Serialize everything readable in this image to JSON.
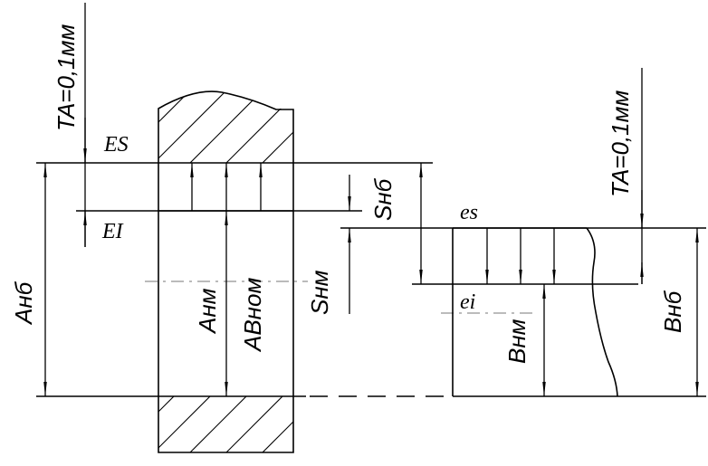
{
  "labels": {
    "ta_left": "TA=0,1мм",
    "ta_right": "TA=0,1мм",
    "es_upper": "ES",
    "ei_upper": "EI",
    "es_lower": "es",
    "ei_lower": "ei",
    "a_nb": "Aнб",
    "a_nm": "Aнм",
    "a_nom": "ABном",
    "s_nb": "Sнб",
    "s_nm": "Sнм",
    "b_nm": "Bнм",
    "b_nb": "Bнб"
  }
}
